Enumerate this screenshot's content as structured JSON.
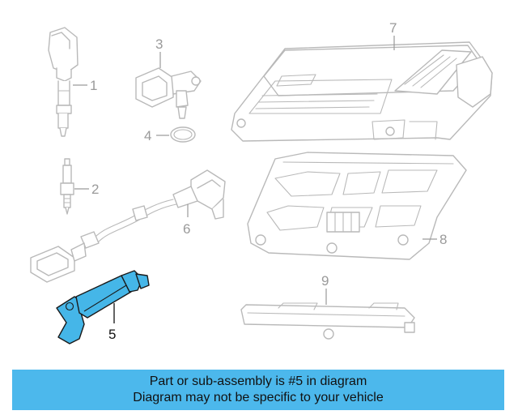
{
  "callouts": {
    "c1": "1",
    "c2": "2",
    "c3": "3",
    "c4": "4",
    "c5": "5",
    "c6": "6",
    "c7": "7",
    "c8": "8",
    "c9": "9"
  },
  "highlight_color": "#45b6e8",
  "banner": {
    "line1": "Part or sub-assembly is #5 in diagram",
    "line2": "Diagram may not be specific to your vehicle",
    "background": "#4cb8ec"
  }
}
